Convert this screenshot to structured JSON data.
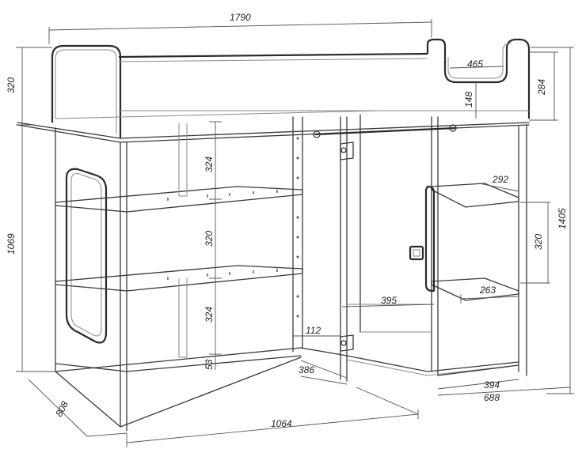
{
  "dimensions": {
    "total_width": "1790",
    "top_rail_height": "320",
    "rail_cutout_width": "465",
    "ladder_height": "284",
    "rail_inner_drop": "148",
    "total_height": "1405",
    "base_height": "1069",
    "shelf_gap_upper": "324",
    "shelf_gap_middle": "320",
    "shelf_gap_lower": "324",
    "plinth_height": "53",
    "side_shelf_depth_top": "292",
    "side_shelf_gap": "320",
    "side_shelf_depth_bottom": "263",
    "wardrobe_inner_width": "395",
    "rod_offset": "112",
    "door_depth": "386",
    "side_unit_depth": "394",
    "side_unit_width": "688",
    "depth": "808",
    "base_length": "1064"
  }
}
